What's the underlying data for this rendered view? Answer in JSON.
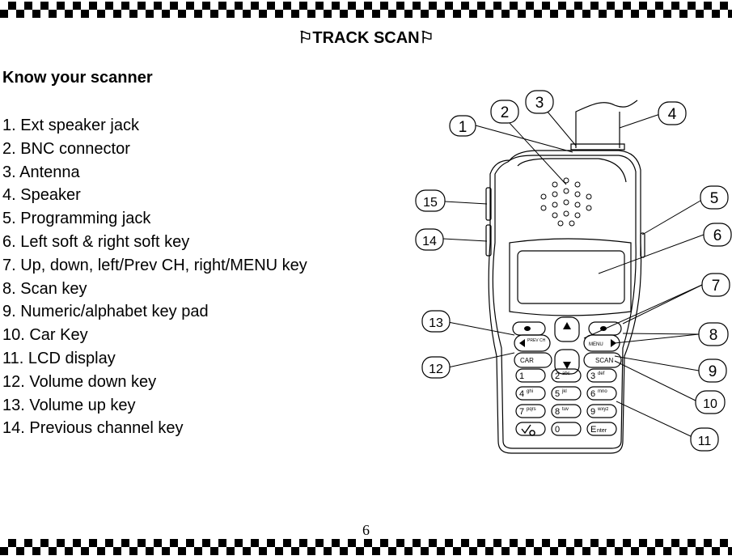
{
  "header": {
    "title": "TRACK SCAN",
    "flag_glyph": "⚐"
  },
  "section": {
    "heading": "Know your scanner"
  },
  "parts": [
    "1. Ext speaker jack",
    "2. BNC connector",
    "3. Antenna",
    "4. Speaker",
    "5. Programming jack",
    "6. Left soft & right soft key",
    "7. Up, down, left/Prev CH, right/MENU key",
    "8. Scan key",
    "9. Numeric/alphabet key pad",
    "10. Car Key",
    "11. LCD display",
    "12. Volume down key",
    "13. Volume up key",
    "14. Previous channel key"
  ],
  "diagram": {
    "callouts": [
      "1",
      "2",
      "3",
      "4",
      "5",
      "6",
      "7",
      "8",
      "9",
      "10",
      "11",
      "12",
      "13",
      "14",
      "15"
    ],
    "keys": {
      "car": "CAR",
      "scan": "SCAN",
      "menu": "MENU",
      "prev": "PREV\nCH",
      "k1": "1",
      "k2": "2",
      "k2s": "abc",
      "k3": "3",
      "k3s": "def",
      "k4": "4",
      "k4s": "ghi",
      "k5": "5",
      "k5s": "jkl",
      "k6": "6",
      "k6s": "mno",
      "k7": "7",
      "k7s": "pqrs",
      "k8": "8",
      "k8s": "tuv",
      "k9": "9",
      "k9s": "wxyz",
      "k0": "0",
      "enter": "E",
      "enter_s": "nter"
    }
  },
  "footer": {
    "page_number": "6"
  }
}
